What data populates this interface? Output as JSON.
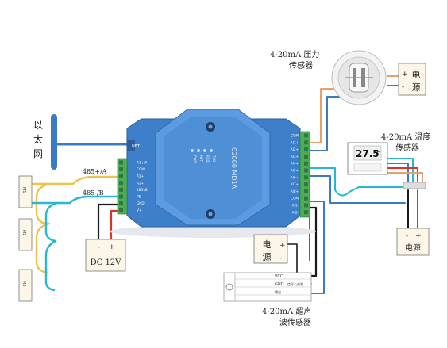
{
  "ethernet": {
    "label_1": "以",
    "label_2": "太",
    "label_3": "网"
  },
  "module": {
    "net_port": "NET",
    "model": "C2000 MD1A",
    "leds": [
      "PWR",
      "NET",
      "RXD",
      "TXD"
    ],
    "left_terminals": [
      "A1+/A",
      "COM",
      "A1+",
      "A2+",
      "485-/B",
      "PE",
      "GND",
      "V+"
    ],
    "right_terminals": [
      "COM",
      "AI1+",
      "AI2+",
      "AI3+",
      "AI4+",
      "AI5+",
      "AI6+",
      "AI7+",
      "AI8+",
      "COM",
      "AI1-",
      "AI2-"
    ]
  },
  "rs485": {
    "a_label": "485+/A",
    "b_label": "485-/B"
  },
  "devices": [
    "M1",
    "M2",
    "M3"
  ],
  "dc_supply": {
    "minus": "-",
    "plus": "+",
    "label": "DC 12V"
  },
  "pressure": {
    "title_1": "4-20mA 压力",
    "title_2": "传感器"
  },
  "power_top": {
    "plus": "+",
    "minus": "-",
    "char_1": "电",
    "char_2": "源"
  },
  "temperature": {
    "title_1": "4-20mA 温度",
    "title_2": "传感器",
    "reading": "27.5",
    "unit": "°C"
  },
  "power_right": {
    "minus": "-",
    "plus": "+",
    "label": "电源"
  },
  "power_mid": {
    "char_1": "电",
    "char_2": "源",
    "plus": "+",
    "minus": "-"
  },
  "ultrasonic": {
    "row_1": "VCC",
    "row_2": "GND",
    "row_2_note": "信号公共端",
    "row_3": "输出",
    "title_1": "4-20mA 超声",
    "title_2": "波传感器"
  },
  "colors": {
    "module_blue": "#3d7fc9",
    "wire_yellow": "#f2c14a",
    "wire_cyan": "#27b9cf",
    "wire_black": "#1a1a1a",
    "wire_red": "#d9342b",
    "wire_orange": "#e8a06a",
    "wire_blue": "#3a7bc8",
    "terminal_green": "#4dab5a"
  }
}
